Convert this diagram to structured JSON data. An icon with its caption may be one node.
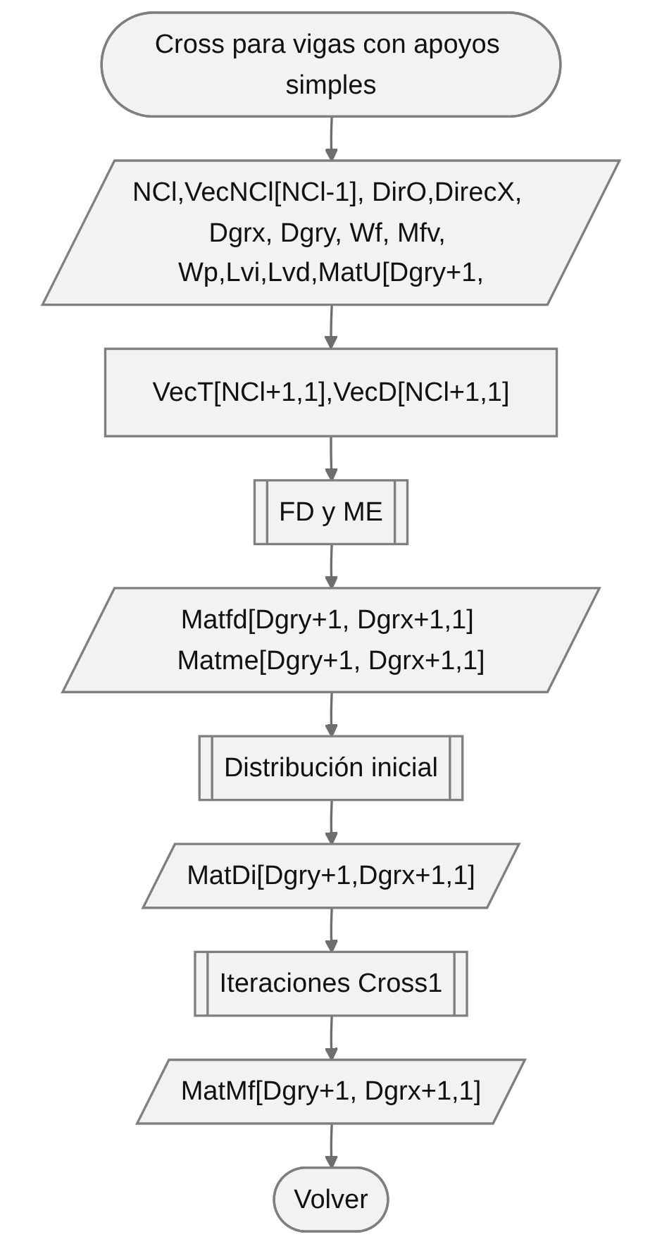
{
  "diagram": {
    "nodes": [
      {
        "text": [
          "Cross para vigas con apoyos simples"
        ]
      },
      {
        "text": [
          "NCl,VecNCl[NCl-1], DirO,DirecX, Dgrx, Dgry, Wf, Mfv, Wp,Lvi,Lvd,MatU[Dgry+1,"
        ]
      },
      {
        "text": [
          "VecT[NCl+1,1],VecD[NCl+1,1]"
        ]
      },
      {
        "text": [
          "FD y ME"
        ]
      },
      {
        "text": [
          "Matfd[Dgry+1, Dgrx+1,1] Matme[Dgry+1, Dgrx+1,1]"
        ]
      },
      {
        "text": [
          "Distribución inicial"
        ]
      },
      {
        "text": [
          "MatDi[Dgry+1,Dgrx+1,1]"
        ]
      },
      {
        "text": [
          "Iteraciones Cross1"
        ]
      },
      {
        "text": [
          "MatMf[Dgry+1, Dgrx+1,1]"
        ]
      },
      {
        "text": [
          "Volver"
        ]
      }
    ],
    "edges": [
      {
        "from": 0,
        "to": 1,
        "arrow": "to"
      },
      {
        "from": 1,
        "to": 2,
        "arrow": "to"
      },
      {
        "from": 2,
        "to": 3,
        "arrow": "to"
      },
      {
        "from": 3,
        "to": 4,
        "arrow": "to"
      },
      {
        "from": 4,
        "to": 5,
        "arrow": "to"
      },
      {
        "from": 5,
        "to": 6,
        "arrow": "to"
      },
      {
        "from": 6,
        "to": 7,
        "arrow": "to"
      },
      {
        "from": 7,
        "to": 8,
        "arrow": "to"
      },
      {
        "from": 8,
        "to": 9,
        "arrow": "to"
      }
    ]
  }
}
